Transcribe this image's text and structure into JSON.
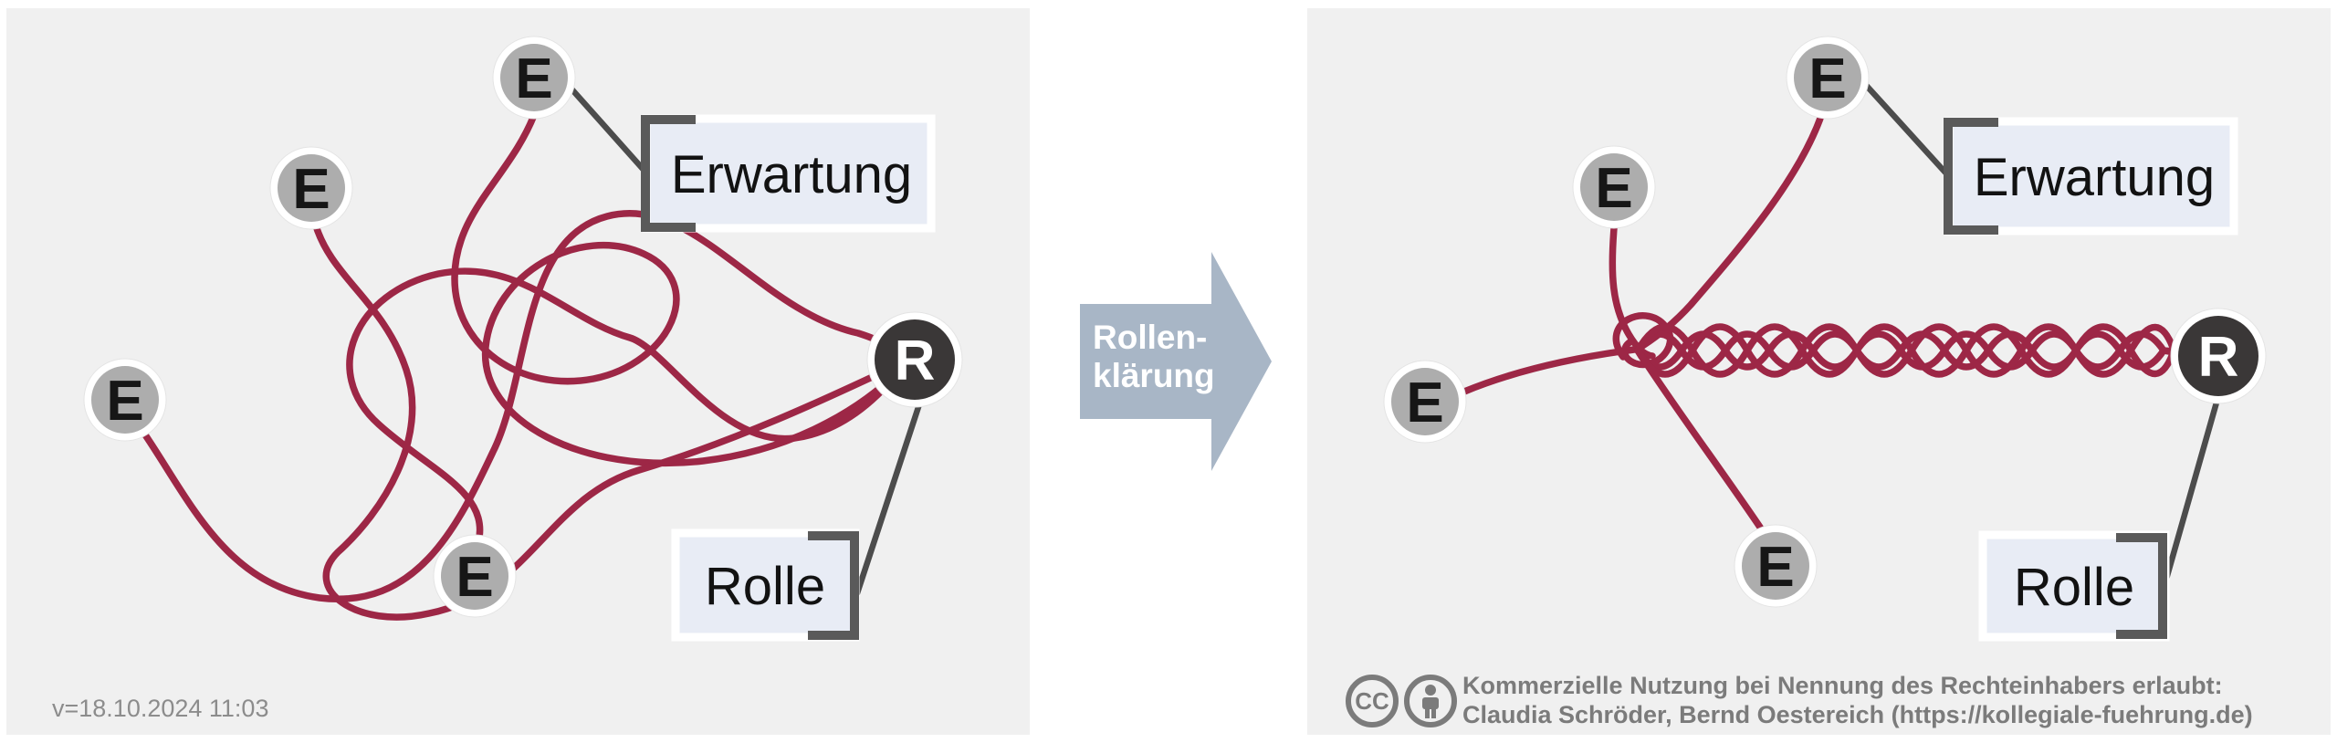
{
  "colors": {
    "page_bg": "#ffffff",
    "panel_bg": "#f0f0f0",
    "line": "#9d2746",
    "node_gray": "#adadad",
    "node_dark": "#3a3737",
    "label_bg": "#e8ecf5",
    "bracket": "#5a5a5a",
    "connector": "#4c4c4c",
    "arrow": "#a8b6c6",
    "arrow_text": "#ffffff",
    "version_text": "#8c8c8c",
    "license_text": "#7b7b7b"
  },
  "left_panel": {
    "expectation_node_label": "E",
    "role_node_label": "R",
    "expectation_label": "Erwartung",
    "role_label": "Rolle",
    "version": "v=18.10.2024 11:03"
  },
  "arrow": {
    "line1": "Rollen-",
    "line2": "klärung"
  },
  "right_panel": {
    "expectation_node_label": "E",
    "role_node_label": "R",
    "expectation_label": "Erwartung",
    "role_label": "Rolle",
    "license": {
      "cc_icon": "cc-circle-icon",
      "attribution_icon": "attribution-person-icon",
      "cc_text": "CC",
      "line1": "Kommerzielle Nutzung bei Nennung des Rechteinhabers erlaubt:",
      "line2": "Claudia Schröder, Bernd Oestereich (https://kollegiale-fuehrung.de)"
    }
  }
}
